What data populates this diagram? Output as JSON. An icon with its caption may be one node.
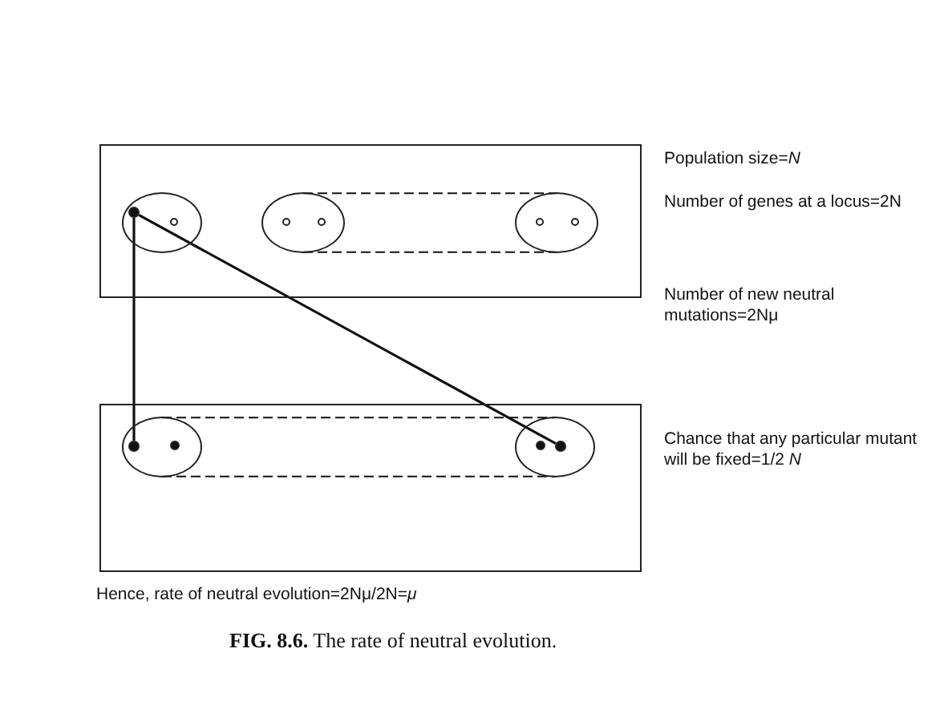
{
  "diagram": {
    "caption": "**FIG. 8.6.** The rate of neutral evolution.",
    "nodes": [
      {
        "text": [],
        "shape": "box"
      },
      {
        "text": [],
        "shape": "ellipse",
        "in": 0
      },
      {
        "text": [],
        "shape": "circle",
        "in": 1
      },
      {
        "text": [],
        "shape": "ellipse",
        "in": 0
      },
      {
        "text": [],
        "shape": "ellipse",
        "in": 0
      },
      {
        "text": [],
        "shape": "box"
      },
      {
        "text": [],
        "shape": "ellipse",
        "in": 5
      },
      {
        "text": [],
        "shape": "circle",
        "in": 6
      },
      {
        "text": [],
        "shape": "ellipse",
        "in": 5
      },
      {
        "text": [],
        "shape": "circle",
        "in": 8
      }
    ],
    "edges": [
      {
        "from": 2,
        "to": 7,
        "arrow": "none"
      },
      {
        "from": 2,
        "to": 9,
        "arrow": "none"
      },
      {
        "from": 3,
        "to": 4,
        "arrow": "none",
        "style": "dashed"
      },
      {
        "from": 3,
        "to": 4,
        "arrow": "none",
        "style": "dashed"
      },
      {
        "from": 6,
        "to": 8,
        "arrow": "none",
        "style": "dashed"
      },
      {
        "from": 6,
        "to": 8,
        "arrow": "none",
        "style": "dashed"
      }
    ],
    "labels": [
      "Population size=*N*",
      "Number of genes at a locus=2N",
      "Number of new neutral mutations=2Nμ",
      "Chance that any particular mutant will be fixed=1/2 *N*",
      "Hence, rate of neutral evolution=2Nμ/2N=*μ*"
    ]
  }
}
